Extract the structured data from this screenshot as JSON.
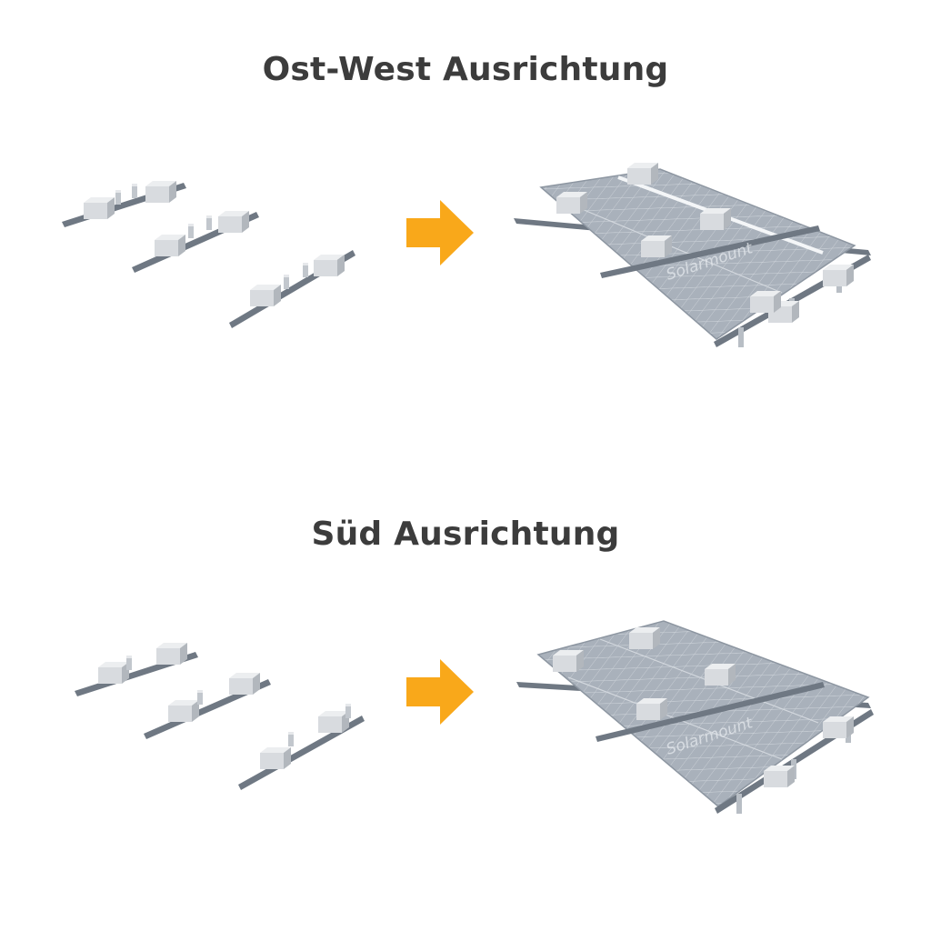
{
  "sections": [
    {
      "title": "Ost-West Ausrichtung",
      "watermark": "Solarmount",
      "arrow_color": "#f9a81a"
    },
    {
      "title": "Süd Ausrichtung",
      "watermark": "Solarmount",
      "arrow_color": "#f9a81a"
    }
  ],
  "colors": {
    "title_text": "#3c3c3c",
    "panel": "#a9b1bb",
    "panel_grid": "#d3d8de",
    "rail": "#6f7883",
    "ballast_block": "#c9cdd2",
    "background": "#ffffff"
  }
}
